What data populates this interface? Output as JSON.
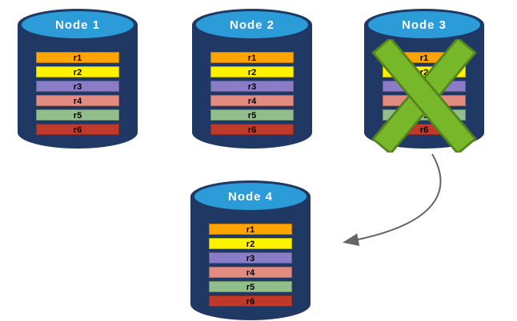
{
  "nodes": [
    {
      "label": "Node 1",
      "failed": false
    },
    {
      "label": "Node 2",
      "failed": false
    },
    {
      "label": "Node 3",
      "failed": true
    },
    {
      "label": "Node 4",
      "failed": false
    }
  ],
  "rows": [
    {
      "label": "r1",
      "color": "#FFA400"
    },
    {
      "label": "r2",
      "color": "#FFF200"
    },
    {
      "label": "r3",
      "color": "#8A7CC6"
    },
    {
      "label": "r4",
      "color": "#E28B80"
    },
    {
      "label": "r5",
      "color": "#92BE8B"
    },
    {
      "label": "r6",
      "color": "#C03A2B"
    }
  ],
  "colors": {
    "cylinder_body": "#1F3864",
    "cylinder_top": "#2B9CD8",
    "fail_x_fill": "#76B82A",
    "fail_x_stroke": "#55831D",
    "arrow": "#666666"
  }
}
